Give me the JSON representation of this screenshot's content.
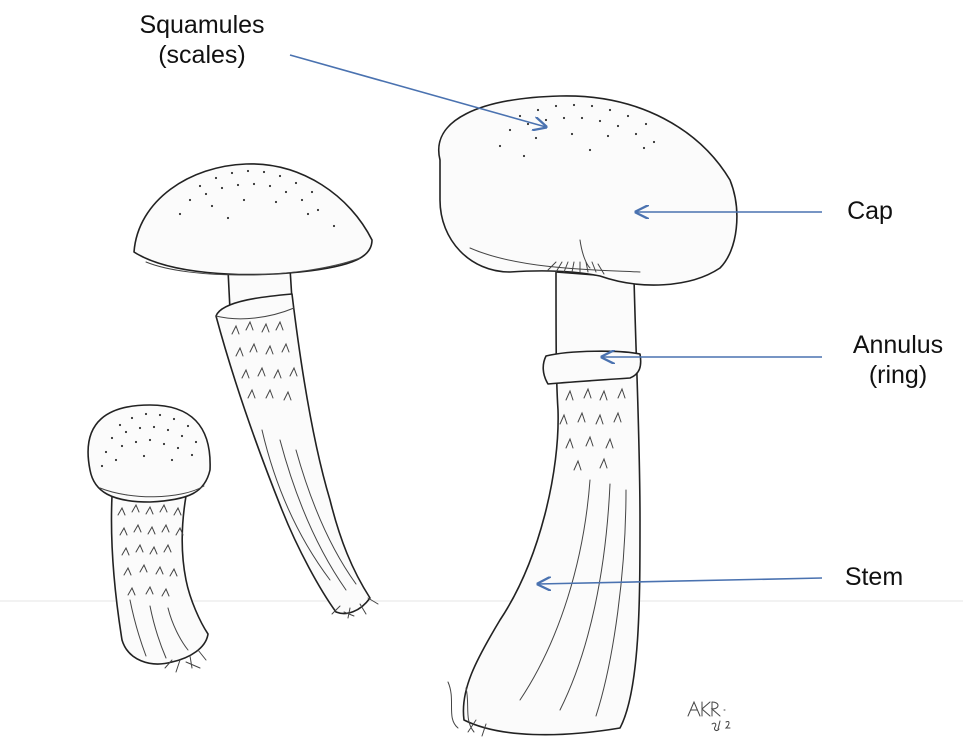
{
  "labels": {
    "squamules": {
      "line1": "Squamules",
      "line2": "(scales)"
    },
    "cap": "Cap",
    "annulus": {
      "line1": "Annulus",
      "line2": "(ring)"
    },
    "stem": "Stem"
  },
  "colors": {
    "arrow": "#4a72b0",
    "ink": "#222222",
    "background": "#ffffff"
  },
  "signature": "AKR 5/17"
}
